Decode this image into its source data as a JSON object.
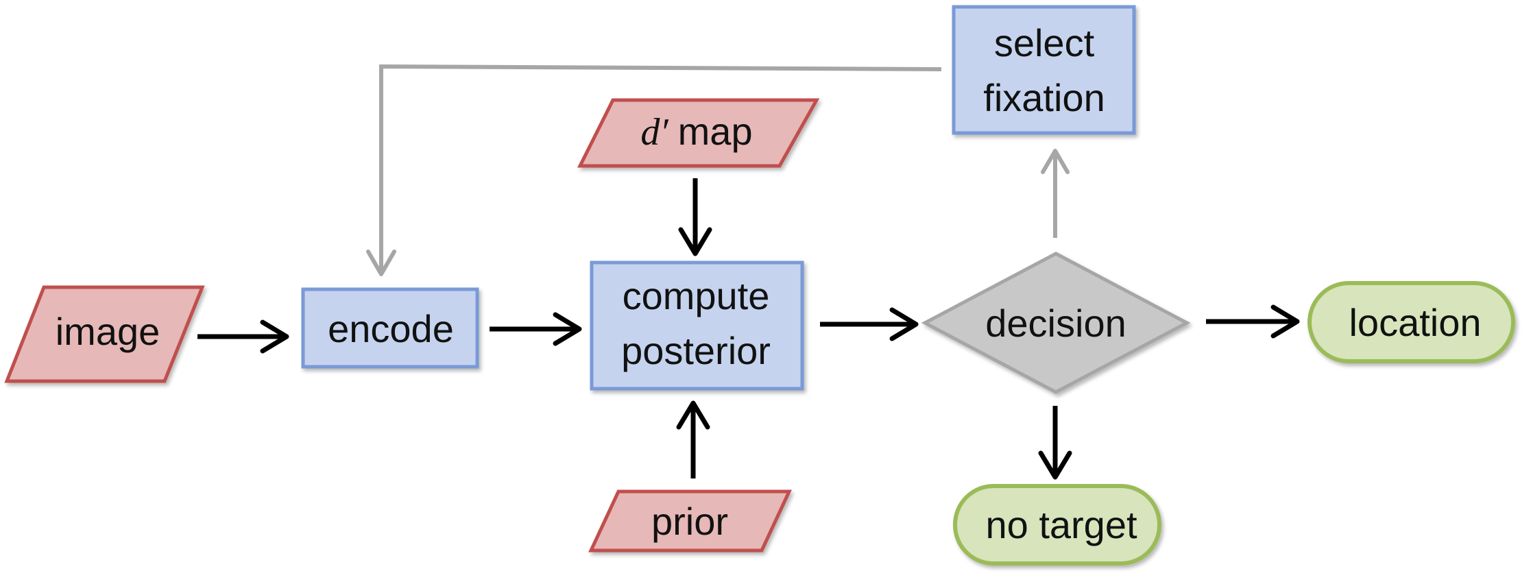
{
  "nodes": {
    "image": {
      "label": "image"
    },
    "encode": {
      "label": "encode"
    },
    "compute_posterior": {
      "line1": "compute",
      "line2": "posterior"
    },
    "dprime_map": {
      "symbol": "d′",
      "label": "map"
    },
    "prior": {
      "label": "prior"
    },
    "decision": {
      "label": "decision"
    },
    "select_fixation": {
      "line1": "select",
      "line2": "fixation"
    },
    "location": {
      "label": "location"
    },
    "no_target": {
      "label": "no target"
    }
  },
  "colors": {
    "input_fill": "#e6b8b7",
    "input_stroke": "#c0504d",
    "process_fill": "#c5d3ee",
    "process_stroke": "#7a9ad8",
    "decision_fill": "#c8c8c8",
    "decision_stroke": "#a6a6a6",
    "terminal_fill": "#d7e4bc",
    "terminal_stroke": "#9bbb59",
    "arrow_main": "#000000",
    "arrow_feedback": "#a6a6a6"
  }
}
